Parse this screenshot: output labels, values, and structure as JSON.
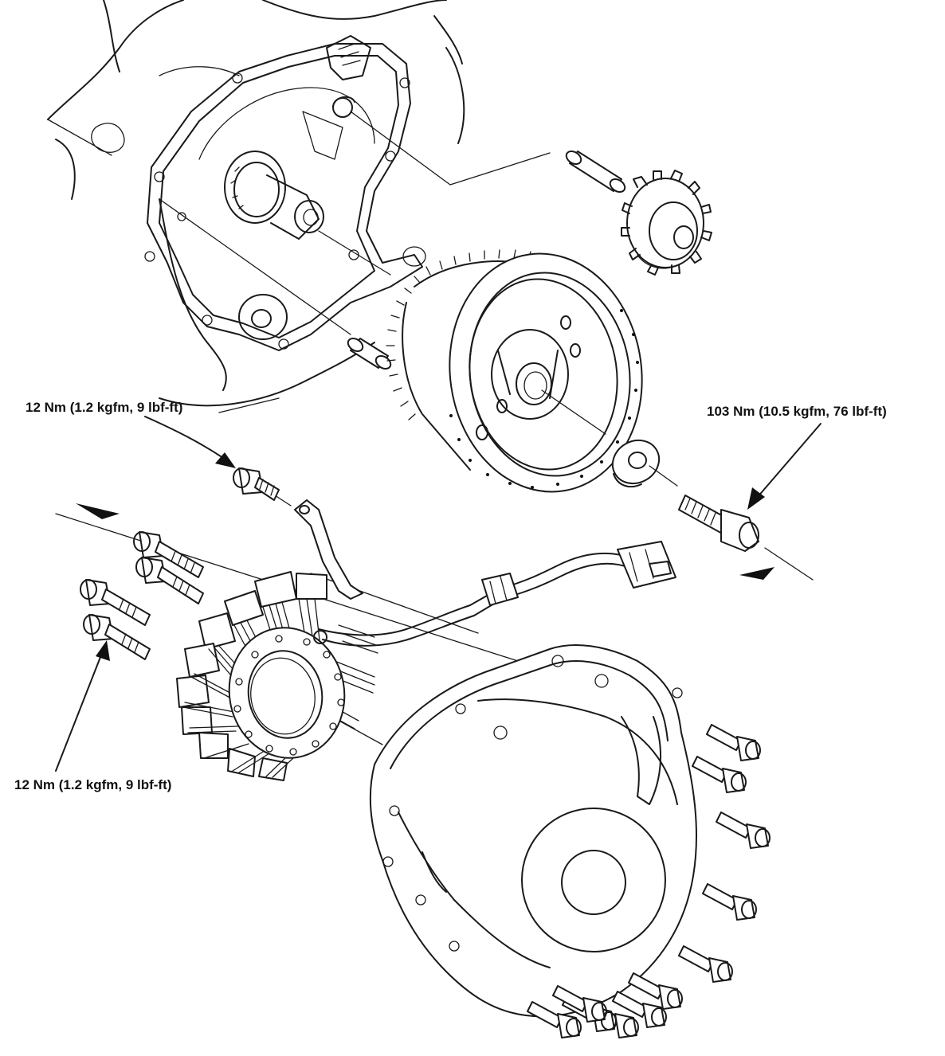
{
  "figure": {
    "labels": {
      "flywheel_bolt_torque": "103 Nm (10.5 kgfm, 76 lbf-ft)",
      "wire_clamp_bolt_torque": "12 Nm (1.2 kgfm, 9 lbf-ft)",
      "stator_bolt_torque": "12 Nm (1.2 kgfm, 9 lbf-ft)"
    },
    "ink_color": "#1a1a1a",
    "background_color": "#ffffff"
  }
}
